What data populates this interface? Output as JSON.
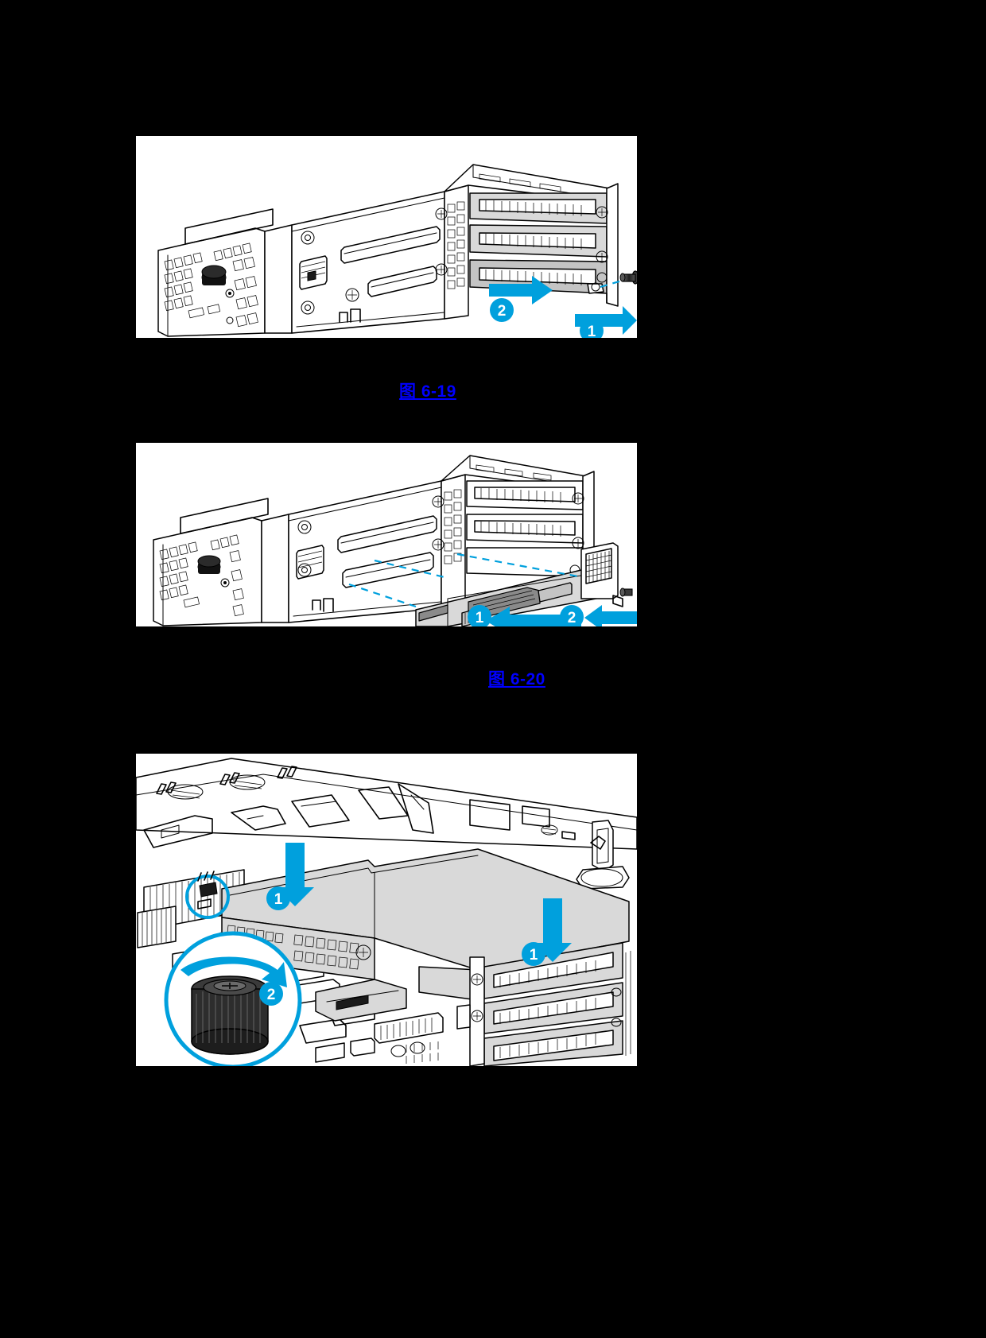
{
  "page": {
    "background_color": "#000000",
    "document_type": "technical-manual-page"
  },
  "colors": {
    "accent_blue": "#00a0dd",
    "link_blue": "#0000ff",
    "page_background": "#000000",
    "figure_background": "#ffffff",
    "metal_gray": "#d9d9d9",
    "dark_gray": "#8a8a8a"
  },
  "figures": [
    {
      "id": "figure-6-19",
      "alt": "PCIe riser cage with slot blank being removed, showing screw (1) and blank (2)",
      "callouts": [
        {
          "number": "1",
          "meaning": "remove-screw"
        },
        {
          "number": "2",
          "meaning": "slide-out-slot-blank"
        }
      ]
    },
    {
      "id": "figure-6-20",
      "alt": "Expansion board being installed into PCIe riser cage slot (1) and secured with screw (2)",
      "callouts": [
        {
          "number": "1",
          "meaning": "insert-expansion-board"
        },
        {
          "number": "2",
          "meaning": "install-screw"
        }
      ]
    },
    {
      "id": "figure-6-21",
      "alt": "PCIe riser cage assembly lowered into server chassis (1) and thumbscrew tightened (2)",
      "callouts": [
        {
          "number": "1",
          "meaning": "lower-riser-cage-front"
        },
        {
          "number": "1",
          "meaning": "lower-riser-cage-rear"
        },
        {
          "number": "2",
          "meaning": "tighten-thumbscrew"
        }
      ]
    }
  ],
  "captions": {
    "first": "图 6-19 ",
    "second": "图 6-20 "
  }
}
